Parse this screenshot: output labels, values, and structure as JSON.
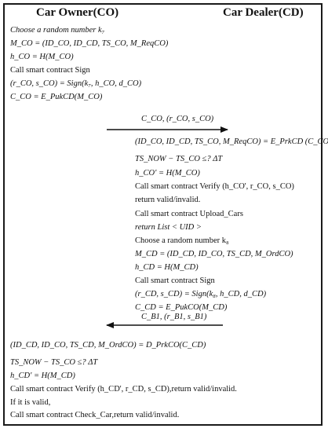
{
  "header": {
    "left_title": "Car Owner(CO)",
    "right_title": "Car Dealer(CD)"
  },
  "owner_block_1": [
    "Choose a random number k₇",
    "M_CO = (ID_CO, ID_CD, TS_CO, M_ReqCO)",
    "h_CO = H(M_CO)",
    "Call smart contract Sign",
    "(r_CO, s_CO) = Sign(k₇, h_CO, d_CO)",
    "C_CO = E_PukCD(M_CO)"
  ],
  "message_1": "C_CO, (r_CO, s_CO)",
  "dealer_block": [
    "(ID_CO, ID_CD, TS_CO, M_ReqCO) = E_PrkCD (C_CO)",
    "TS_NOW − TS_CO ≤? ΔT",
    "h_CO' = H(M_CO)",
    "Call smart contract Verify (h_CO', r_CO, s_CO)",
    "return valid/invalid.",
    "Call smart contract Upload_Cars",
    "return List < UID >",
    "Choose a random number k₈",
    "M_CD = (ID_CD, ID_CO, TS_CD, M_OrdCO)",
    "h_CD = H(M_CD)",
    "Call smart contract Sign",
    "(r_CD, s_CD) = Sign(k₈, h_CD, d_CD)",
    "C_CD = E_PukCO(M_CD)"
  ],
  "message_2": "C_B1, (r_B1, s_B1)",
  "owner_block_2": [
    "(ID_CD, ID_CO, TS_CD, M_OrdCO) = D_PrkCO(C_CD)",
    "TS_NOW − TS_CO ≤? ΔT",
    "h_CD' = H(M_CD)",
    "Call smart contract Verify (h_CD', r_CD, s_CD),return valid/invalid.",
    "If it is valid,",
    "Call smart contract Check_Car,return valid/invalid."
  ]
}
